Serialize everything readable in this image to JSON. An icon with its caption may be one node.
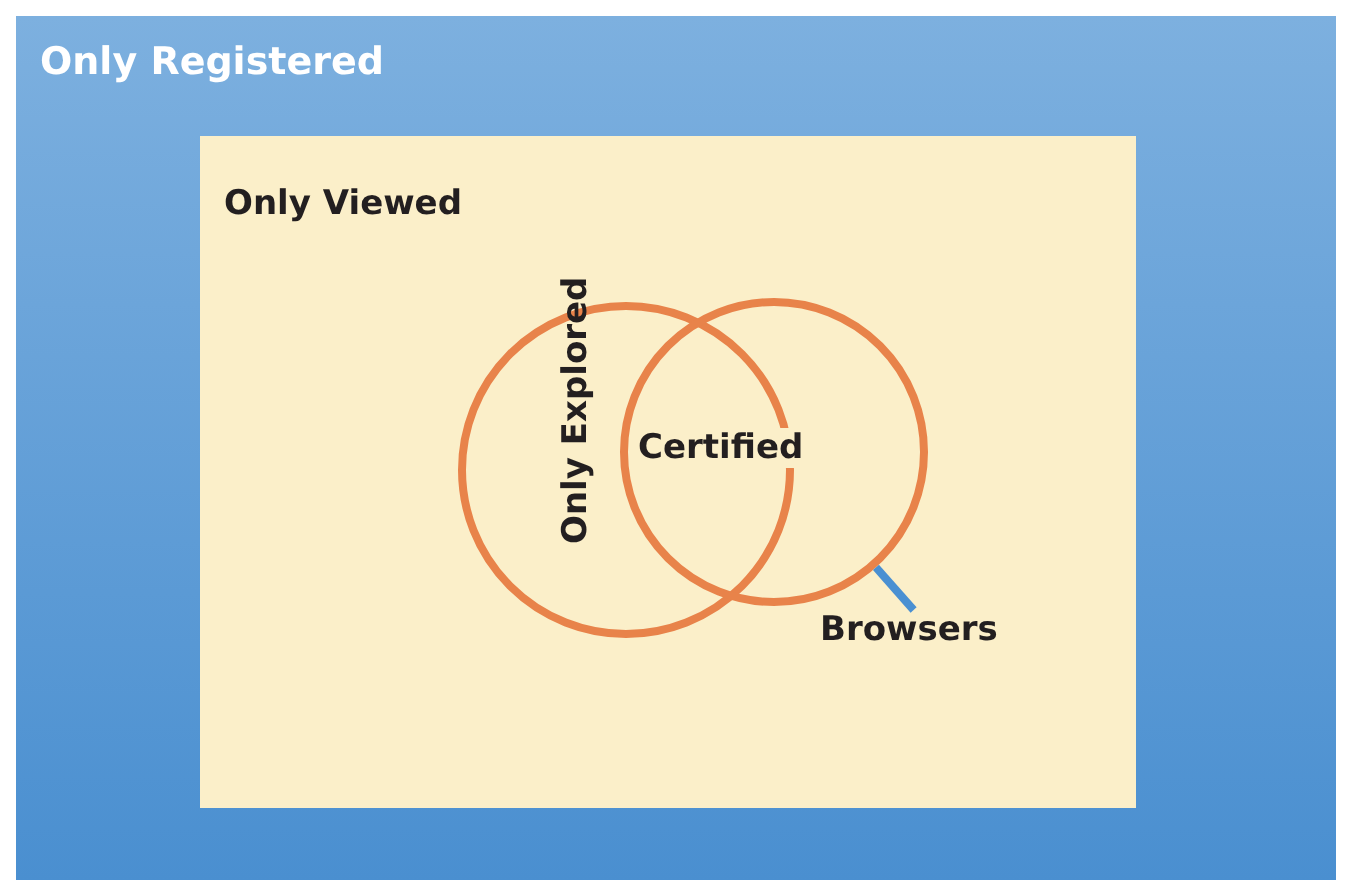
{
  "diagram": {
    "nodes": [
      {
        "text": [
          "Only Registered"
        ]
      },
      {
        "text": [
          "Only Viewed"
        ],
        "in": 0
      },
      {
        "text": [
          "Only Explored"
        ],
        "in": 1
      },
      {
        "text": [
          "Certified"
        ],
        "in": 1
      },
      {
        "text": [
          "Browsers"
        ],
        "in": 1
      }
    ],
    "edges": [
      {
        "from": 4,
        "to": 3,
        "arrow": "none",
        "color": "#4a90d2"
      }
    ]
  }
}
